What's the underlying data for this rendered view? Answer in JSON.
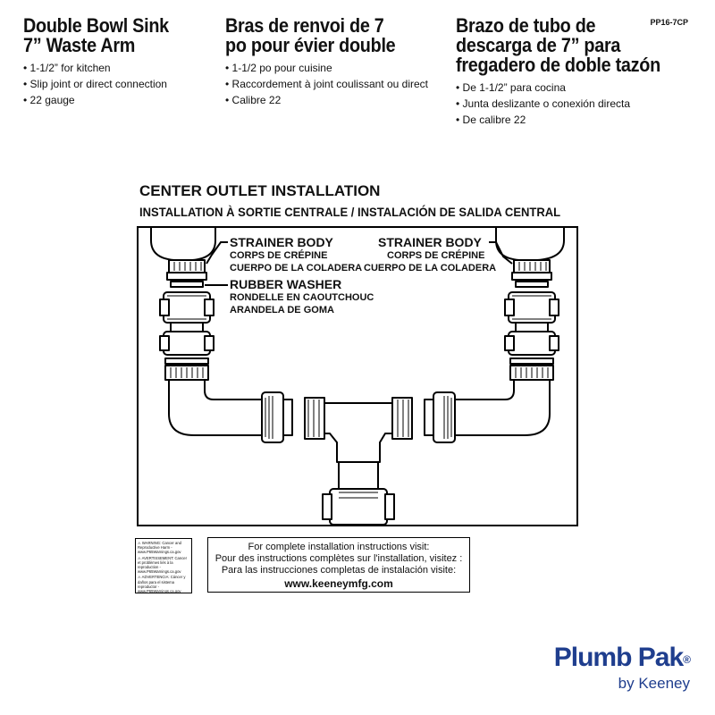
{
  "sku": "PP16-7CP",
  "columns": {
    "en": {
      "title_line1": "Double Bowl Sink",
      "title_line2": "7” Waste Arm",
      "bullets": [
        "1-1/2” for kitchen",
        "Slip joint or direct connection",
        "22 gauge"
      ]
    },
    "fr": {
      "title_line1": "Bras de renvoi de 7",
      "title_line2": "po pour évier double",
      "bullets": [
        "1-1/2 po pour cuisine",
        "Raccordement à joint coulissant ou direct",
        "Calibre 22"
      ]
    },
    "es": {
      "title_line1": "Brazo de tubo de",
      "title_line2": "descarga de 7” para",
      "title_line3": "fregadero de doble tazón",
      "bullets": [
        "De 1-1/2” para cocina",
        "Junta deslizante o conexión directa",
        "De calibre 22"
      ]
    }
  },
  "installation": {
    "title": "CENTER OUTLET INSTALLATION",
    "subtitle": "INSTALLATION À SORTIE CENTRALE / INSTALACIÓN DE SALIDA CENTRAL"
  },
  "diagram_labels": {
    "strainer_left": {
      "en": "STRAINER BODY",
      "fr": "CORPS DE CRÉPINE",
      "es": "CUERPO DE LA COLADERA"
    },
    "strainer_right": {
      "en": "STRAINER BODY",
      "fr": "CORPS DE CRÉPINE",
      "es": "CUERPO DE LA COLADERA"
    },
    "washer": {
      "en": "RUBBER WASHER",
      "fr": "RONDELLE EN CAOUTCHOUC",
      "es": "ARANDELA DE GOMA"
    }
  },
  "warning": {
    "lines": [
      "⚠ WARNING: Cancer and Reproductive Harm - www.P65Warnings.ca.gov",
      "⚠ AVERTISSEMENT: Cancer et problèmes liés à la reproduction - www.P65Warnings.ca.gov",
      "⚠ ADVERTENCIA: Cáncer y daños para el sistema reproductor - www.P65Warnings.ca.gov"
    ]
  },
  "instructions": {
    "en": "For complete installation instructions visit:",
    "fr": "Pour des instructions complètes sur l'installation, visitez :",
    "es": "Para las instrucciones completas de instalación visite:",
    "url": "www.keeneymfg.com"
  },
  "brand": {
    "name": "Plumb Pak",
    "registered": "®",
    "by": "by Keeney",
    "color": "#1f3e8e"
  }
}
